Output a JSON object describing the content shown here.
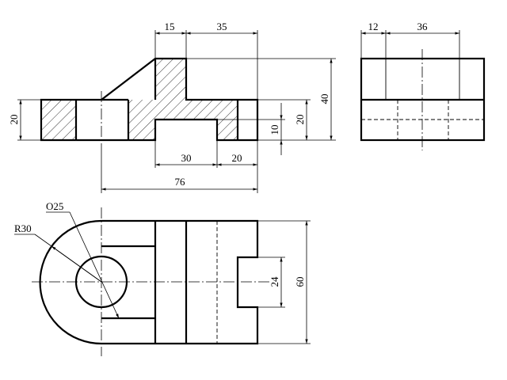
{
  "views": {
    "front": {
      "dims": {
        "d15": "15",
        "d35": "35",
        "d40": "40",
        "d20_left": "20",
        "d20_right": "20",
        "d10": "10",
        "d30": "30",
        "d20_bottom": "20",
        "d76": "76"
      }
    },
    "side": {
      "dims": {
        "d12": "12",
        "d36": "36"
      }
    },
    "top": {
      "dims": {
        "phi25": "O25",
        "r30": "R30",
        "d24": "24",
        "d60": "60"
      }
    }
  },
  "colors": {
    "line": "#000000",
    "background": "#ffffff"
  }
}
